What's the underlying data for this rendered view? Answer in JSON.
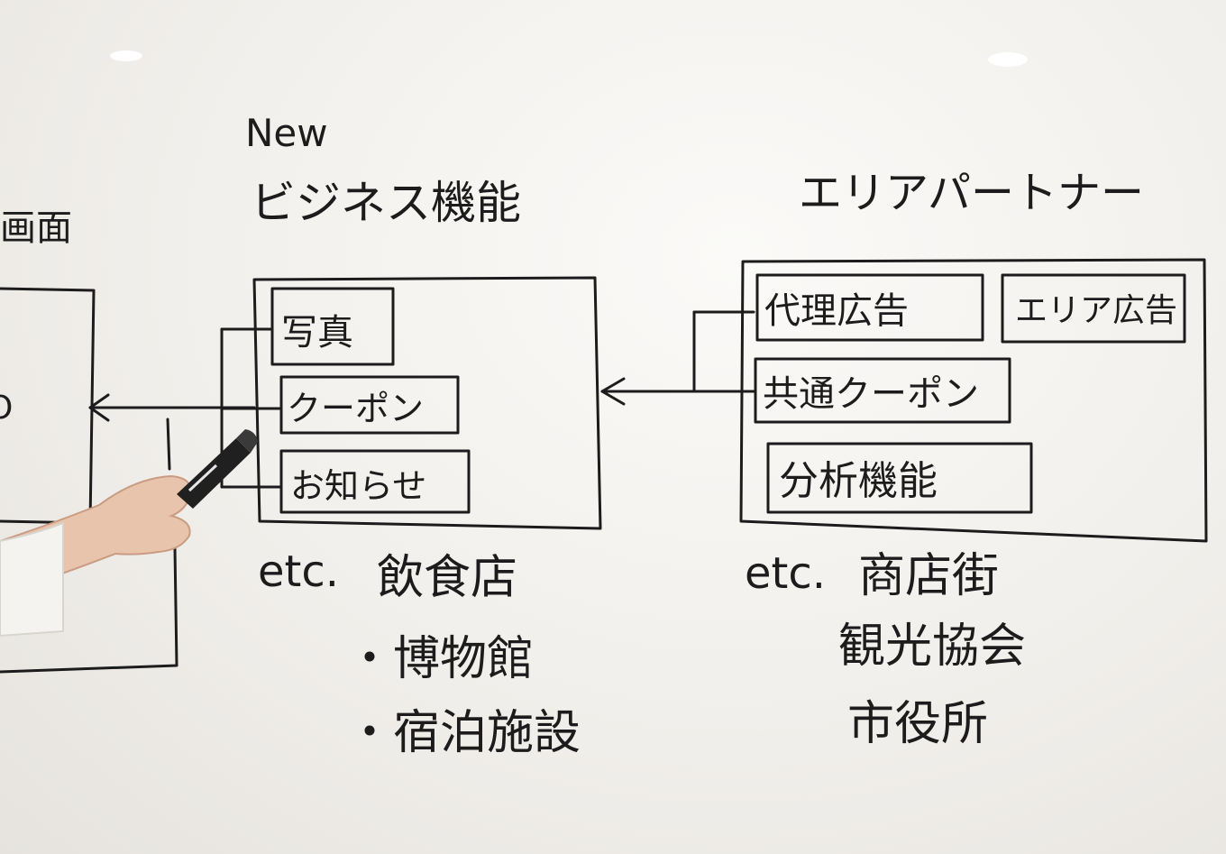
{
  "colors": {
    "ink": "#1c1c1c",
    "board": "#f4f3f0",
    "skin": "#e9c4ad",
    "marker": "#202020"
  },
  "left_partial": {
    "heading": "画面",
    "bullet_mark": "O"
  },
  "business": {
    "new_label": "New",
    "heading": "ビジネス機能",
    "items": [
      "写真",
      "クーポン",
      "お知らせ"
    ],
    "examples_prefix": "etc.",
    "examples": [
      "飲食店",
      "・博物館",
      "・宿泊施設"
    ]
  },
  "partner": {
    "heading": "エリアパートナー",
    "items": [
      "代理広告",
      "エリア広告",
      "共通クーポン",
      "分析機能"
    ],
    "examples_prefix": "etc.",
    "examples": [
      "商店街",
      "観光協会",
      "市役所"
    ]
  },
  "icons": [
    "hand-icon",
    "marker-pen-icon"
  ]
}
